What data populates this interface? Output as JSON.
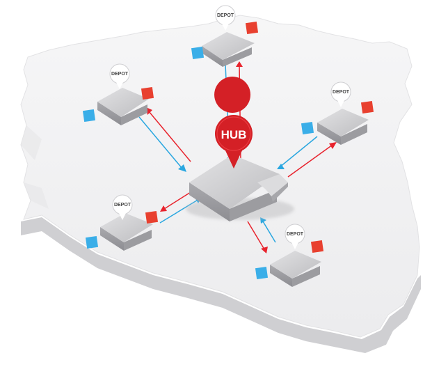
{
  "hub": {
    "label": "HUB"
  },
  "depots": [
    {
      "label": "DEPOT"
    },
    {
      "label": "DEPOT"
    },
    {
      "label": "DEPOT"
    },
    {
      "label": "DEPOT"
    },
    {
      "label": "DEPOT"
    }
  ],
  "colors": {
    "inbound_arrow": "#2aa7e0",
    "outbound_arrow": "#e8232d",
    "hub_marker": "#d42026",
    "blue_box": "#3aaee8",
    "red_box": "#e8402f",
    "building": "#c9c9cb",
    "map_top": "#f1f1f2",
    "map_side": "#d4d4d6"
  }
}
